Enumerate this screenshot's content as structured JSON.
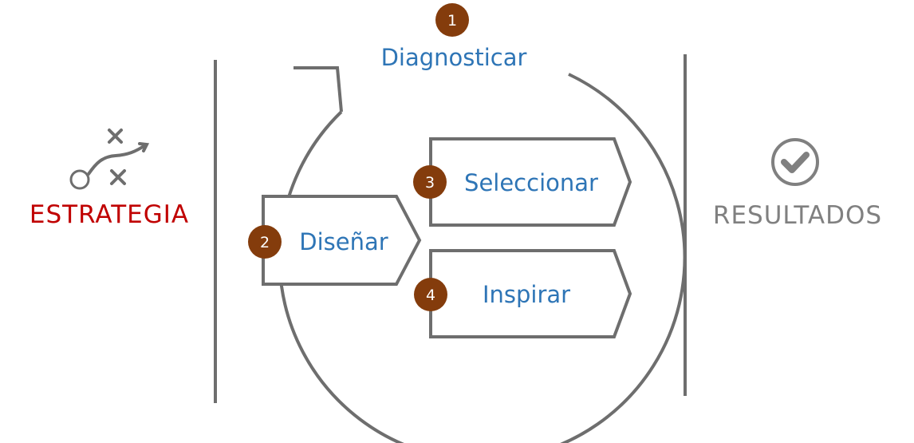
{
  "left": {
    "label": "ESTRATEGIA",
    "icon": "strategy-play-icon"
  },
  "right": {
    "label": "RESULTADOS",
    "icon": "check-circle-icon"
  },
  "cycle": {
    "top": {
      "number": "1",
      "label": "Diagnosticar"
    },
    "steps": [
      {
        "number": "2",
        "label": "Diseñar"
      },
      {
        "number": "3",
        "label": "Seleccionar"
      },
      {
        "number": "4",
        "label": "Inspirar"
      }
    ]
  },
  "colors": {
    "accent_red": "#c00000",
    "label_blue": "#2e75b6",
    "badge_brown": "#843c0c",
    "line_gray": "#6e6e6e",
    "text_gray": "#808080"
  }
}
